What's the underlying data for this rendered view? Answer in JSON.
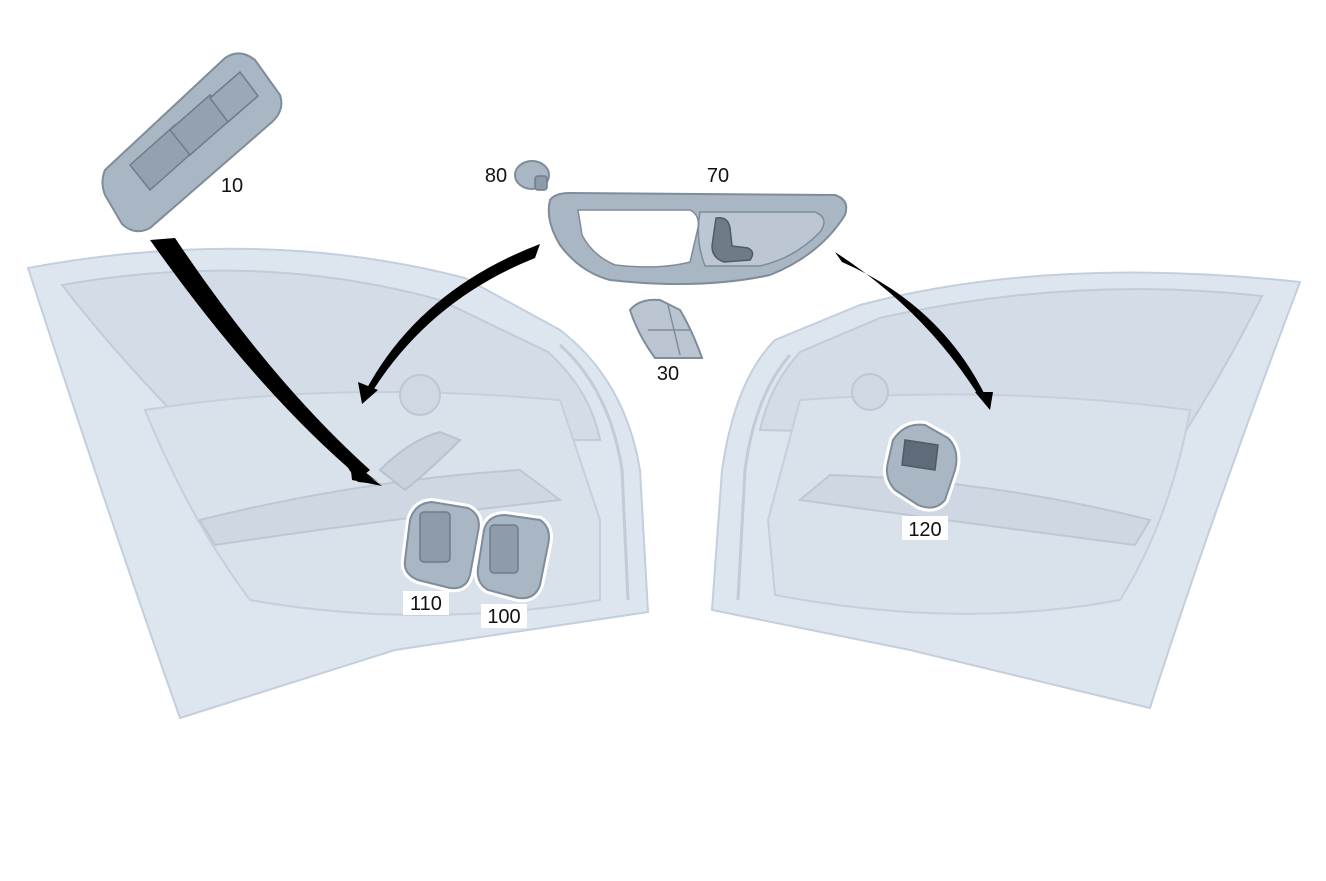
{
  "labels": {
    "part_10": "10",
    "part_30": "30",
    "part_70": "70",
    "part_80": "80",
    "part_100": "100",
    "part_110": "110",
    "part_120": "120"
  },
  "colors": {
    "door_fill": "#dde5ee",
    "door_stroke": "#c3cfdc",
    "part_fill": "#a9b6c4",
    "part_dark": "#7f8c99",
    "arrow": "#000000"
  }
}
